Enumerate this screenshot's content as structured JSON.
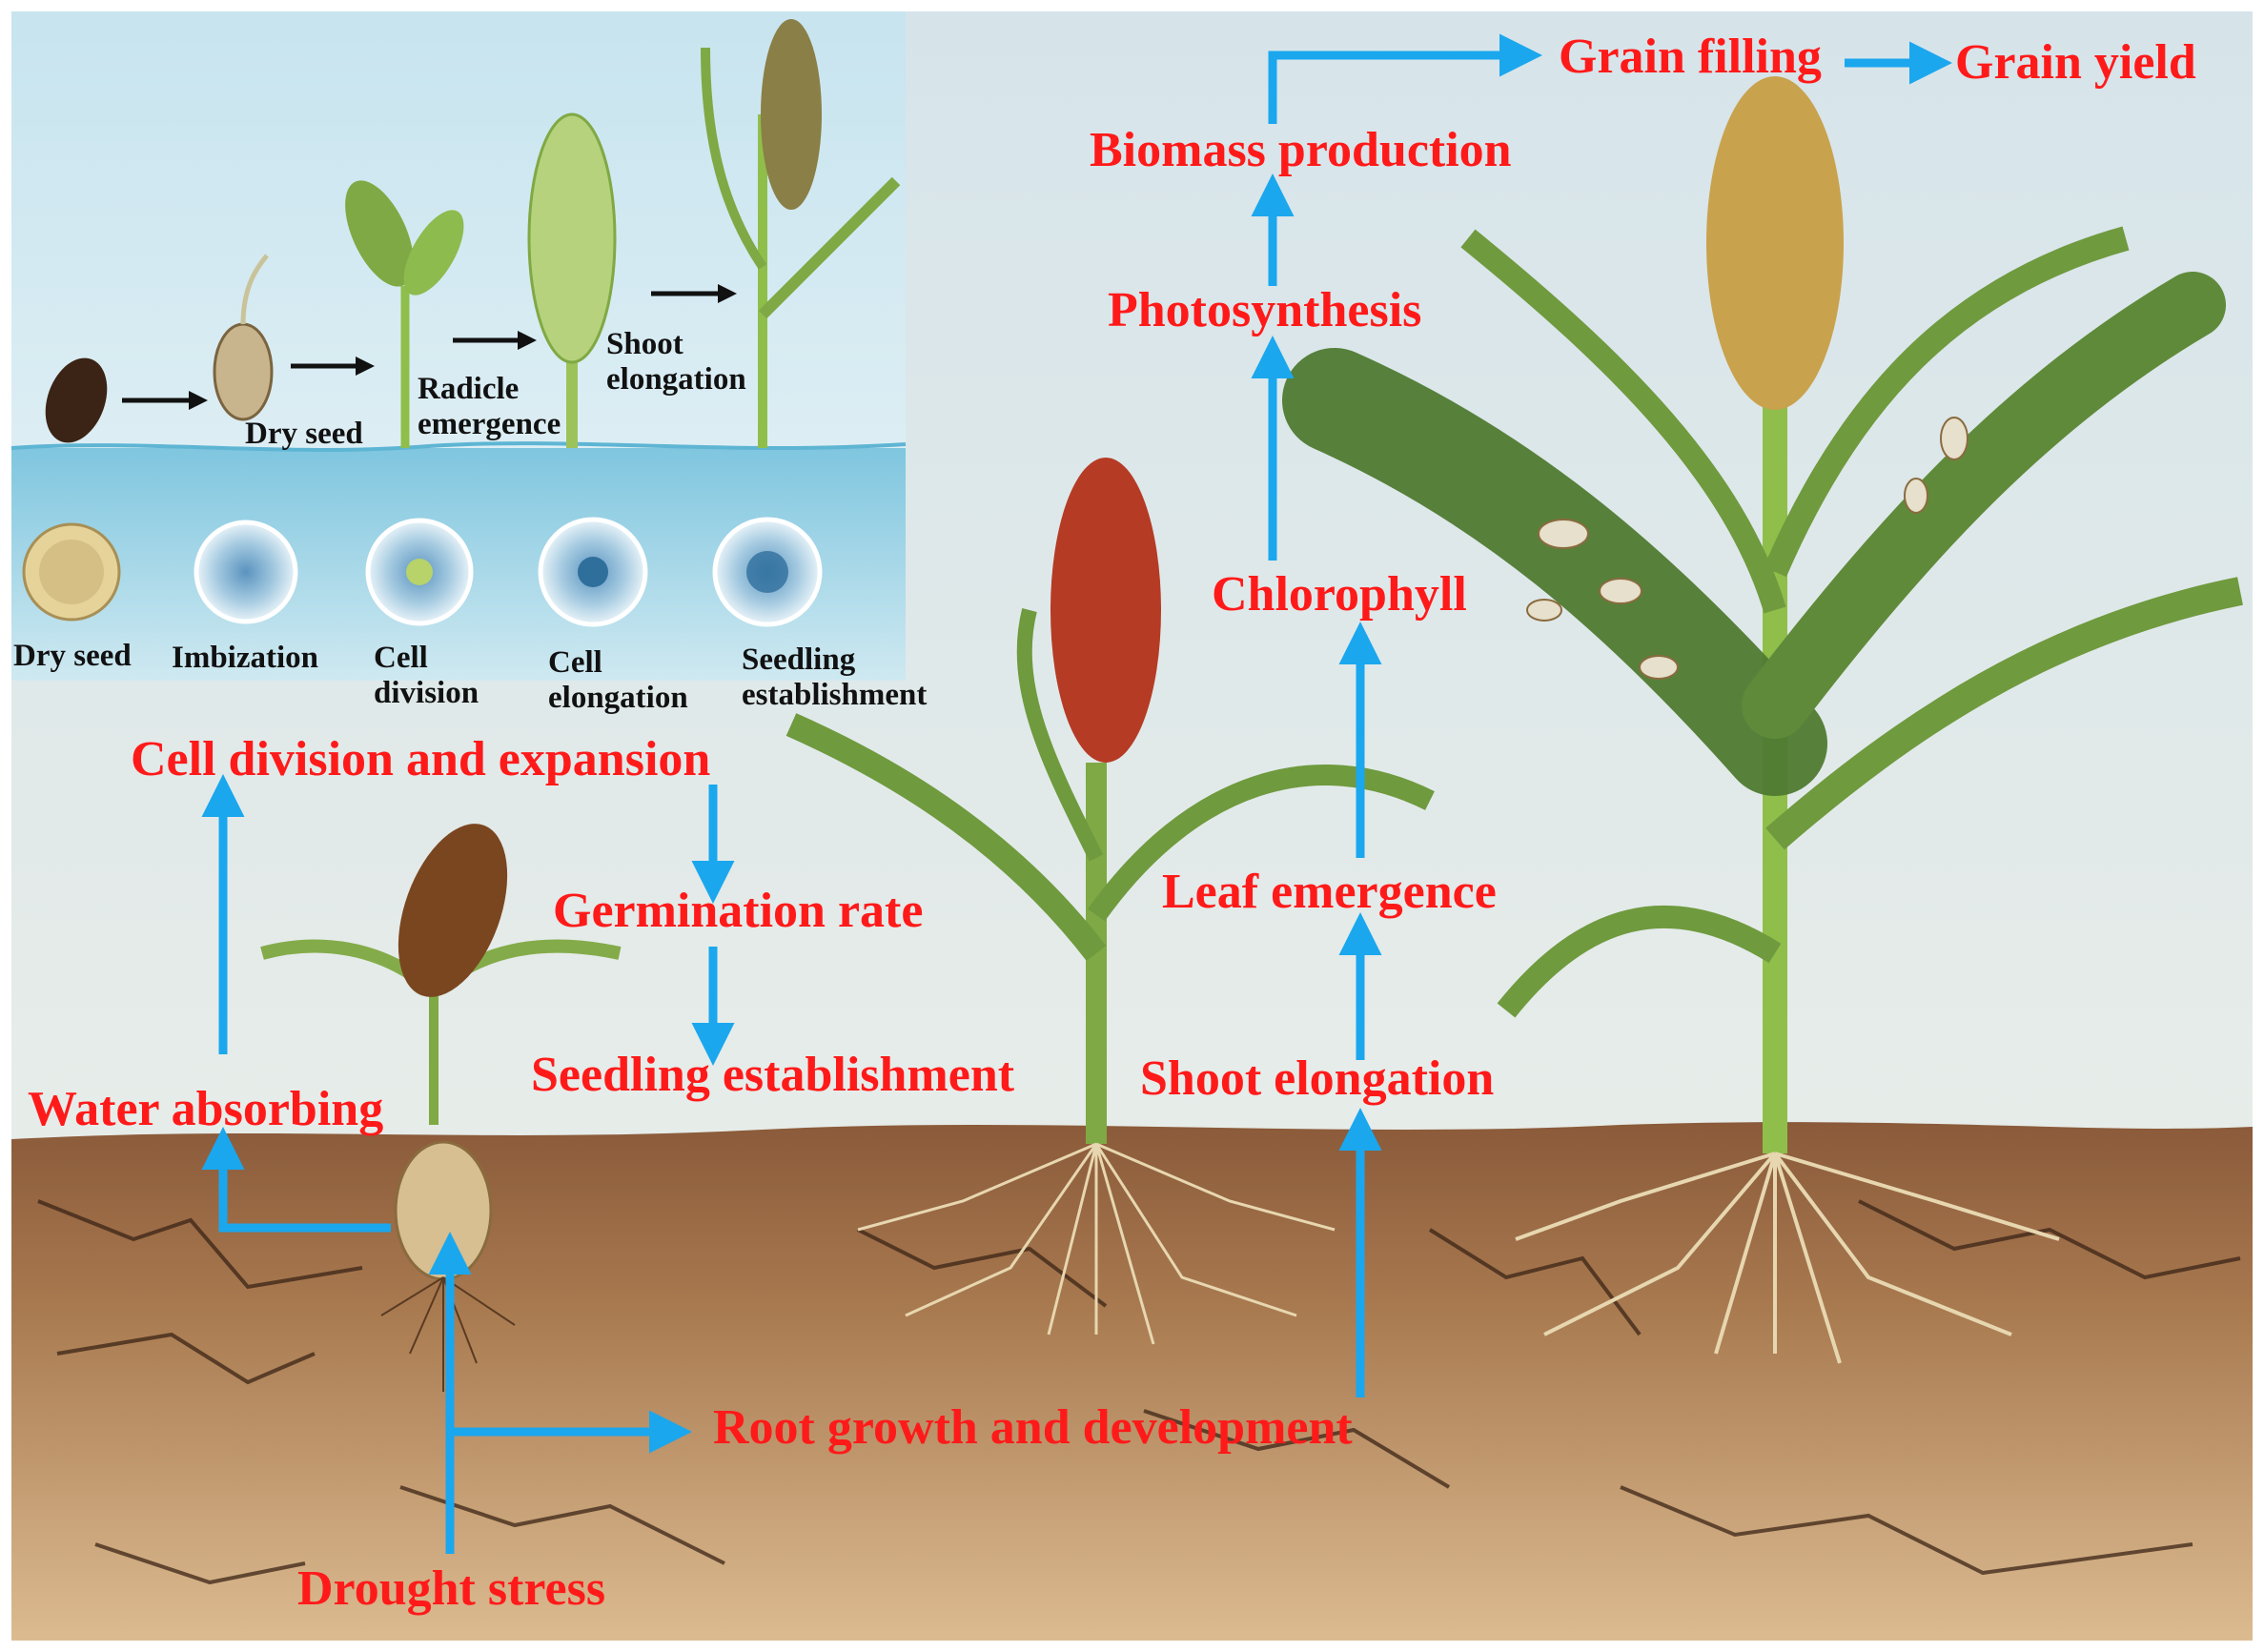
{
  "colors": {
    "label_red": "#ff1a1a",
    "arrow_blue": "#1aa7ee",
    "soil": "#b88a60",
    "sky": "#dfe9ec",
    "water": "#8fd1e6",
    "leaf": "#6f9a3e"
  },
  "inset": {
    "stage_labels": {
      "dry_seed": "Dry seed",
      "radicle": "Radicle\nemergence",
      "shoot": "Shoot\nelongation"
    },
    "cell_labels": [
      "Dry seed",
      "Imbization",
      "Cell\ndivision",
      "Cell\nelongation",
      "Seedling\nestablishment"
    ]
  },
  "flow": {
    "cell_division": "Cell division and expansion",
    "germination": "Germination rate",
    "seedling": "Seedling establishment",
    "water": "Water absorbing",
    "drought": "Drought stress",
    "root": "Root growth and development",
    "shoot": "Shoot elongation",
    "leaf": "Leaf emergence",
    "chlorophyll": "Chlorophyll",
    "photosynthesis": "Photosynthesis",
    "biomass": "Biomass production",
    "grain_filling": "Grain filling",
    "grain_yield": "Grain yield"
  }
}
